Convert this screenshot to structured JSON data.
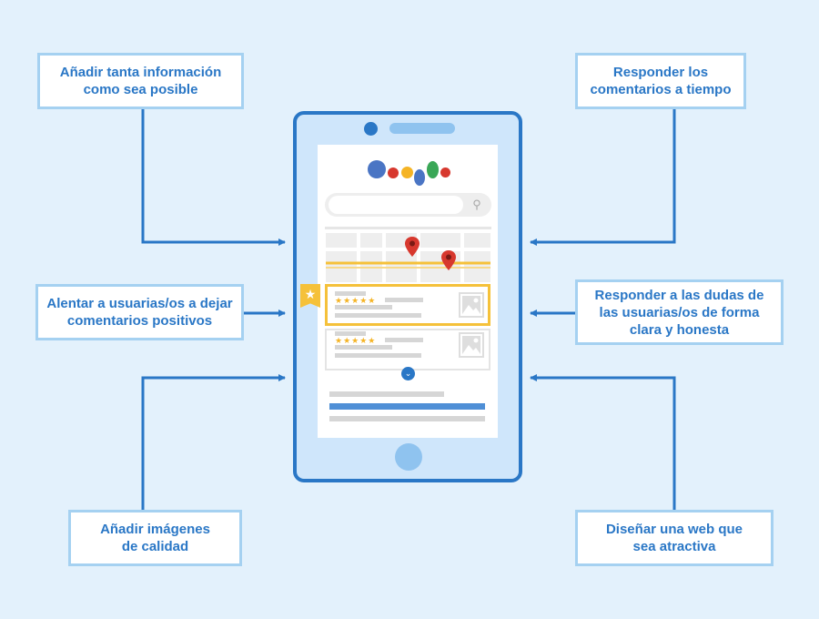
{
  "boxes": {
    "add_info": "Añadir tanta información\ncomo sea posible",
    "encourage_reviews": "Alentar a usuarias/os a dejar\ncomentarios positivos",
    "add_images": "Añadir imágenes\nde calidad",
    "reply_reviews": "Responder los\ncomentarios a tiempo",
    "answer_questions": "Responder a las dudas de\nlas usuarias/os de forma\nclara y honesta",
    "design_web": "Diseñar una web que\nsea atractiva"
  },
  "phone": {
    "logo_colors": [
      "#4a75c4",
      "#d7382e",
      "#f5b425",
      "#4a75c4",
      "#3aa757",
      "#d7382e"
    ],
    "stars": "★★★★★"
  },
  "colors": {
    "background": "#e3f1fc",
    "accent": "#2a77c6",
    "box_border": "#a5d1f1",
    "highlight": "#f5c13a"
  }
}
